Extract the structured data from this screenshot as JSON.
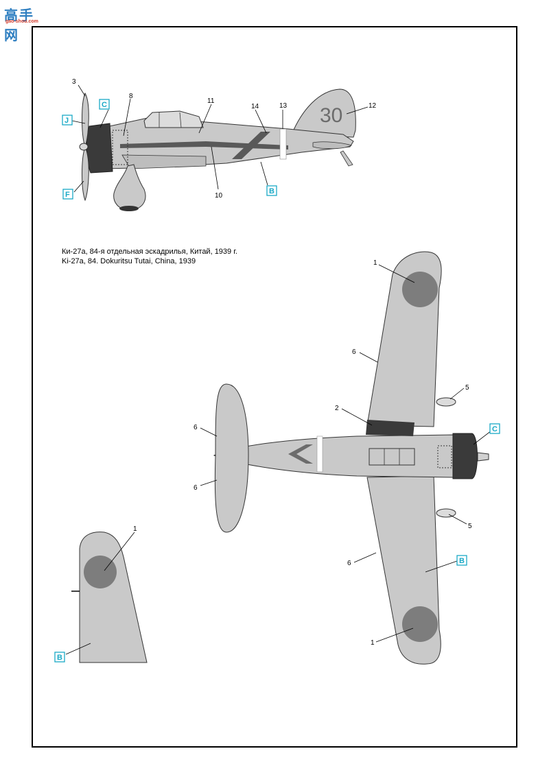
{
  "watermark": {
    "glyphs": "高手网",
    "domain": "gao-shou.com"
  },
  "captions": {
    "ru": "Ки-27а, 84-я отдельная эскадрилья, Китай, 1939 г.",
    "en": "Ki-27a, 84. Dokuritsu Tutai, China, 1939"
  },
  "profile": {
    "tail_number": "30",
    "callouts": {
      "n3": "3",
      "n8": "8",
      "n11": "11",
      "n14": "14",
      "n13": "13",
      "n12": "12",
      "n10": "10"
    },
    "tags": {
      "j": "J",
      "c": "C",
      "f": "F",
      "b": "B"
    }
  },
  "plan": {
    "callouts": {
      "n1a": "1",
      "n6a": "6",
      "n2": "2",
      "n5a": "5",
      "n6b": "6",
      "n6c": "6",
      "n5b": "5",
      "n6d": "6",
      "n1b": "1"
    },
    "tags": {
      "c": "C",
      "b": "B"
    }
  },
  "detail": {
    "callouts": {
      "n1": "1"
    },
    "tags": {
      "b": "B"
    }
  },
  "colors": {
    "camouflage_grey": "#c9c9c9",
    "cowling": "#3a3a3a",
    "hinomaru": "#7d7d7d",
    "tag": "#19a9c6"
  }
}
